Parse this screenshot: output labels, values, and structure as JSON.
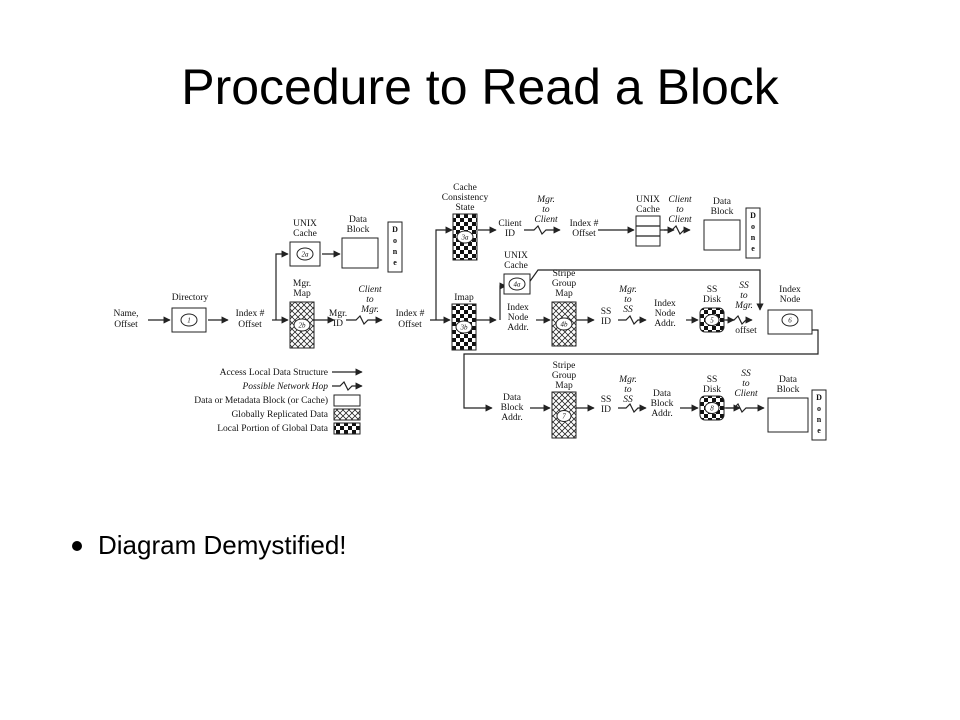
{
  "slide": {
    "title": "Procedure to Read a Block",
    "bullets": [
      "Diagram Demystified!"
    ]
  },
  "diagram": {
    "labels": {
      "name_offset": [
        "Name,",
        "Offset"
      ],
      "directory": "Directory",
      "index_offset_1": [
        "Index #",
        "Offset"
      ],
      "unix_cache_1": [
        "UNIX",
        "Cache"
      ],
      "data_block_1": [
        "Data",
        "Block"
      ],
      "mgr_map": [
        "Mgr.",
        "Map"
      ],
      "mgr_id": [
        "Mgr.",
        "ID"
      ],
      "client_to_mgr": [
        "Client",
        "to",
        "Mgr."
      ],
      "index_offset_2": [
        "Index #",
        "Offset"
      ],
      "cache_consistency": [
        "Cache",
        "Consistency",
        "State"
      ],
      "imap": "Imap",
      "client_id": [
        "Client",
        "ID"
      ],
      "mgr_to_client_1": [
        "Mgr.",
        "to",
        "Client"
      ],
      "index_offset_3": [
        "Index #",
        "Offset"
      ],
      "unix_cache_2": [
        "UNIX",
        "Cache"
      ],
      "client_to_client": [
        "Client",
        "to",
        "Client"
      ],
      "data_block_2": [
        "Data",
        "Block"
      ],
      "unix_cache_3": [
        "UNIX",
        "Cache"
      ],
      "index_node_addr_1": [
        "Index",
        "Node",
        "Addr."
      ],
      "stripe_group_map_1": [
        "Stripe",
        "Group",
        "Map"
      ],
      "ss_id_1": [
        "SS",
        "ID"
      ],
      "mgr_to_ss_1": [
        "Mgr.",
        "to",
        "SS"
      ],
      "index_node_addr_2": [
        "Index",
        "Node",
        "Addr."
      ],
      "ss_disk_1": [
        "SS",
        "Disk"
      ],
      "ss_to_mgr": [
        "SS",
        "to",
        "Mgr."
      ],
      "offset": "offset",
      "index_node": [
        "Index",
        "Node"
      ],
      "data_block_addr_1": [
        "Data",
        "Block",
        "Addr."
      ],
      "stripe_group_map_2": [
        "Stripe",
        "Group",
        "Map"
      ],
      "ss_id_2": [
        "SS",
        "ID"
      ],
      "mgr_to_ss_2": [
        "Mgr.",
        "to",
        "SS"
      ],
      "data_block_addr_2": [
        "Data",
        "Block",
        "Addr."
      ],
      "ss_disk_2": [
        "SS",
        "Disk"
      ],
      "ss_to_client": [
        "SS",
        "to",
        "Client"
      ],
      "data_block_3": [
        "Data",
        "Block"
      ],
      "done": [
        "D",
        "o",
        "n",
        "e"
      ]
    },
    "step_numbers": {
      "s1": "1",
      "s2a": "2a",
      "s2b": "2b",
      "s3a": "3a",
      "s3b": "3b",
      "s4a": "4a",
      "s4b": "4b",
      "s5": "5",
      "s6": "6",
      "s7": "7",
      "s8": "8"
    },
    "legend": [
      "Access Local Data Structure",
      "Possible Network Hop",
      "Data or Metadata Block (or Cache)",
      "Globally Replicated Data",
      "Local Portion of Global Data"
    ]
  }
}
